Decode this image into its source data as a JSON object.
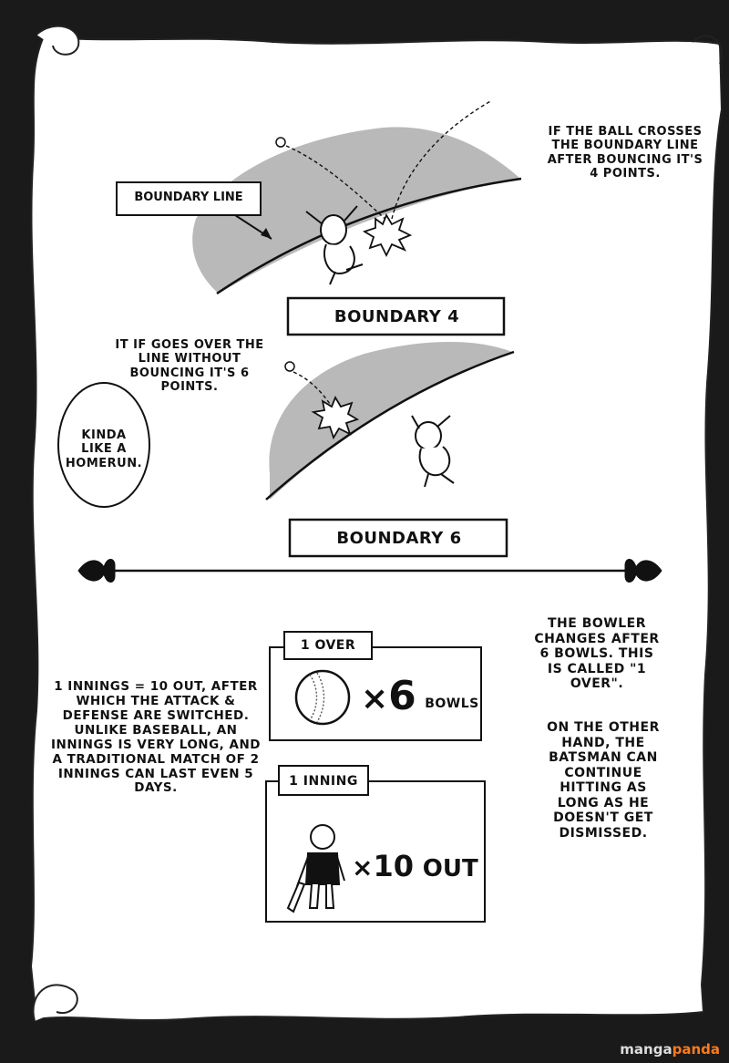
{
  "panels": {
    "boundary4": {
      "note": "IF THE BALL CROSSES THE BOUNDARY LINE AFTER BOUNCING IT'S 4 POINTS.",
      "pointer_label": "BOUNDARY LINE",
      "title": "BOUNDARY 4"
    },
    "boundary6": {
      "note": "IT IF GOES OVER THE LINE WITHOUT BOUNCING IT'S 6 POINTS.",
      "bubble": "KINDA LIKE A HOMERUN.",
      "title": "BOUNDARY 6"
    }
  },
  "over_section": {
    "box_label": "1 OVER",
    "multiplier": "×",
    "count": "6",
    "unit": "BOWLS",
    "note": "THE BOWLER CHANGES AFTER 6 BOWLS. THIS IS CALLED \"1 OVER\"."
  },
  "inning_section": {
    "box_label": "1 INNING",
    "multiplier": "×",
    "count": "10",
    "unit": "OUT",
    "note_left": "1 INNINGS = 10 OUT, AFTER WHICH THE ATTACK & DEFENSE ARE SWITCHED. UNLIKE BASEBALL, AN INNINGS IS VERY LONG, AND A TRADITIONAL MATCH OF 2 INNINGS CAN LAST EVEN 5 DAYS.",
    "note_right": "ON THE OTHER HAND, THE BATSMAN CAN CONTINUE HITTING AS LONG AS HE DOESN'T GET DISMISSED."
  },
  "watermark": {
    "part1": "manga",
    "part2": "panda"
  }
}
